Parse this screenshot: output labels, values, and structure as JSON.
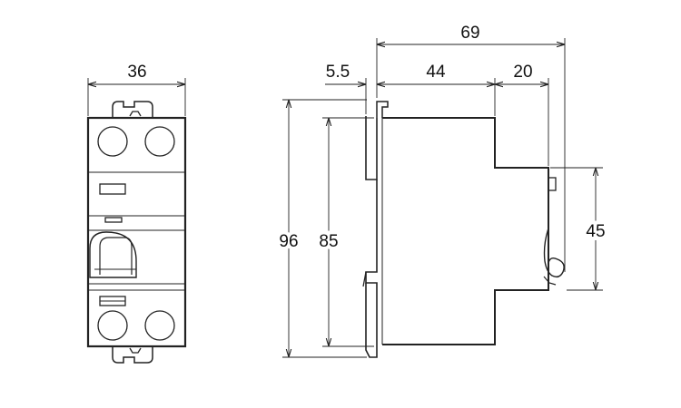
{
  "dimensions": {
    "front_width": "36",
    "overall_depth": "69",
    "din_offset": "5.5",
    "body_depth": "44",
    "front_depth": "20",
    "overall_height": "96",
    "body_height": "85",
    "front_height": "45"
  }
}
